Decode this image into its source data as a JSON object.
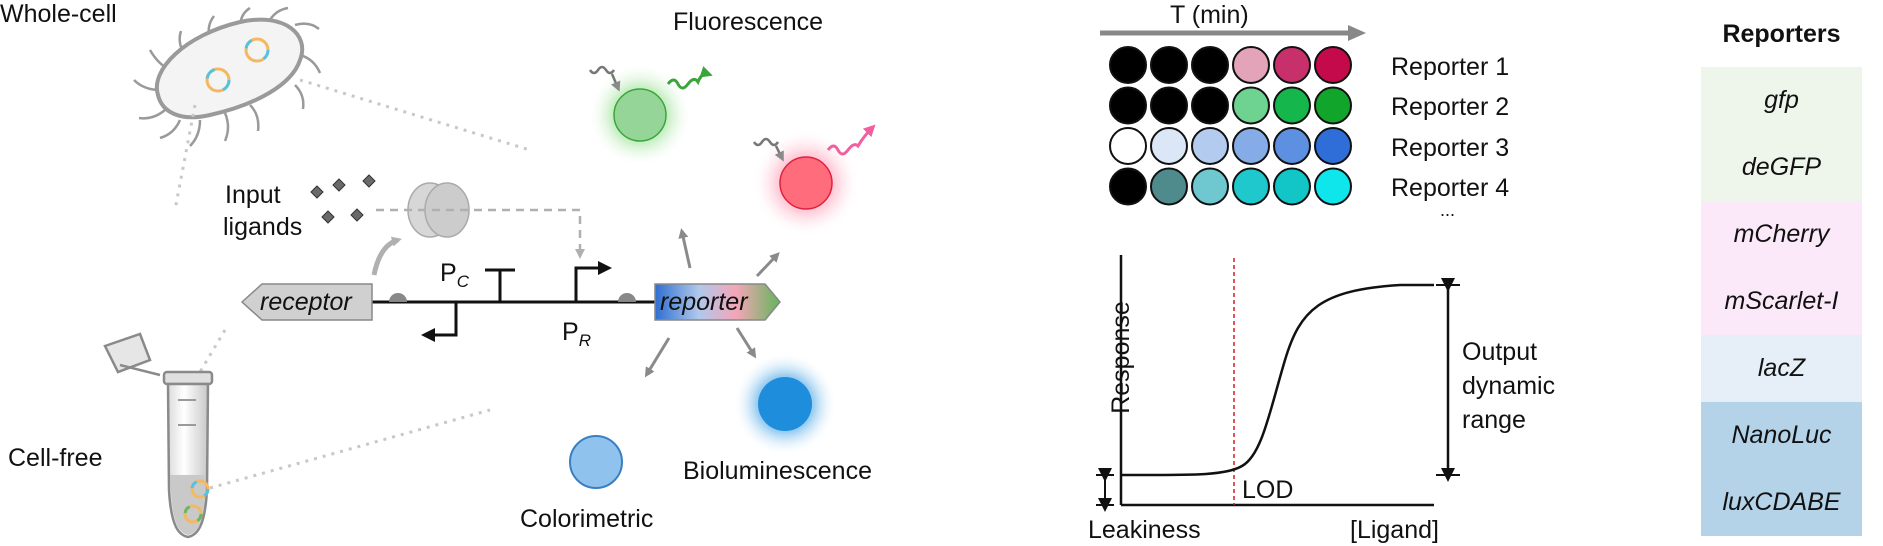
{
  "labels": {
    "whole_cell": "Whole-cell",
    "cell_free": "Cell-free",
    "input_ligands_line1": "Input",
    "input_ligands_line2": "ligands",
    "receptor": "receptor",
    "reporter": "reporter",
    "pc_main": "P",
    "pc_sub": "C",
    "pr_main": "P",
    "pr_sub": "R",
    "fluorescence": "Fluorescence",
    "bioluminescence": "Bioluminescence",
    "colorimetric": "Colorimetric"
  },
  "plate": {
    "axis_label": "T (min)",
    "rows": [
      {
        "label": "Reporter 1",
        "colors": [
          "#000000",
          "#000000",
          "#000000",
          "#e3a3b8",
          "#c8306c",
          "#c40a4a"
        ]
      },
      {
        "label": "Reporter 2",
        "colors": [
          "#000000",
          "#000000",
          "#000000",
          "#6ed391",
          "#15b64c",
          "#12a52b"
        ]
      },
      {
        "label": "Reporter 3",
        "colors": [
          "#ffffff",
          "#dbe6f6",
          "#b3cbee",
          "#85ace6",
          "#5d90e0",
          "#2f6dd8"
        ]
      },
      {
        "label": "Reporter 4",
        "colors": [
          "#000000",
          "#4f8a8c",
          "#6fc7cf",
          "#1fc8cc",
          "#12c6c8",
          "#0fe6ec"
        ]
      }
    ],
    "ellipsis": "..."
  },
  "response_curve": {
    "ylabel": "Response",
    "xlabel_left": "Leakiness",
    "xlabel_right": "[Ligand]",
    "lod_label": "LOD",
    "output_line1": "Output",
    "output_line2": "dynamic",
    "output_line3": "range"
  },
  "reporters": {
    "title": "Reporters",
    "items": [
      {
        "name": "gfp",
        "color": "#eef6ec"
      },
      {
        "name": "deGFP",
        "color": "#eef6ec"
      },
      {
        "name": "mCherry",
        "color": "#fbe8f8"
      },
      {
        "name": "mScarlet-I",
        "color": "#fbe8f8"
      },
      {
        "name": "lacZ",
        "color": "#e6eff7"
      },
      {
        "name": "NanoLuc",
        "color": "#b4d2e8"
      },
      {
        "name": "luxCDABE",
        "color": "#b4d2e8"
      }
    ]
  }
}
